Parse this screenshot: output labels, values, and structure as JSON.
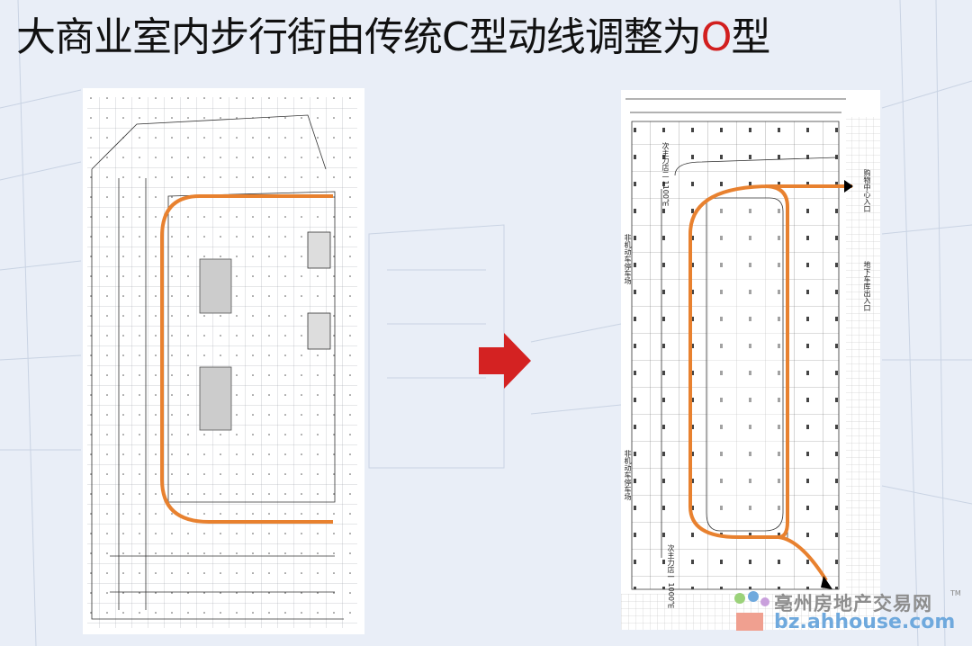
{
  "title": {
    "prefix": "大商业室内步行街由传统C型动线调整为",
    "highlight": "O",
    "suffix": "型"
  },
  "colors": {
    "path": "#e8812f",
    "arrow": "#d42222",
    "highlight": "#d21f1f",
    "background": "#e9eef7"
  },
  "left_plan": {
    "route_shape": "C"
  },
  "right_plan": {
    "route_shape": "O",
    "labels": {
      "anchor_two": "次主力店二 1100㎡",
      "anchor_one": "次主力店一 1000㎡",
      "mall_entrance": "购物中心入口",
      "garage_entrance": "地下车库出入口",
      "bike_parking_top": "非机动车停车场",
      "bike_parking_bottom": "非机动车停车场"
    }
  },
  "transition_icon": "right-arrow-icon",
  "watermark": {
    "cn": "亳州房地产交易网",
    "url": "bz.ahhouse.com",
    "tm": "TM"
  }
}
